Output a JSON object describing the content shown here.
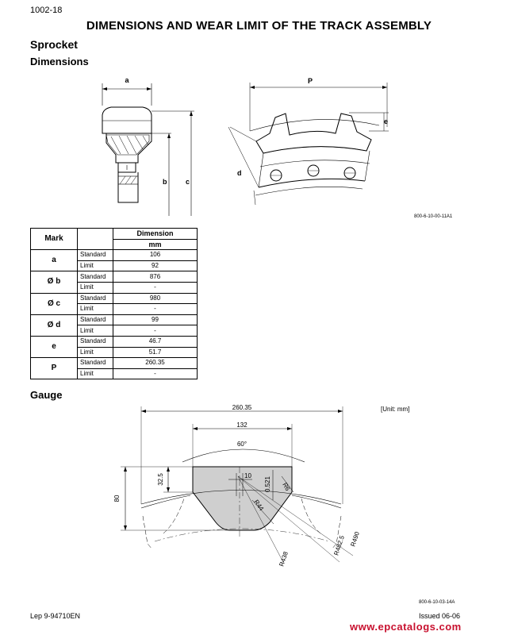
{
  "page_number": "1002-18",
  "title": "DIMENSIONS AND WEAR LIMIT OF THE TRACK ASSEMBLY",
  "section": "Sprocket",
  "subsection": "Dimensions",
  "figure1": {
    "labels": {
      "a": "a",
      "b": "b",
      "c": "c",
      "d": "d",
      "e": "e",
      "p": "P"
    },
    "code": "800-6-10-00-11A1"
  },
  "table": {
    "header_mark": "Mark",
    "header_dimension": "Dimension",
    "header_unit": "mm",
    "rows": [
      {
        "mark": "a",
        "standard_label": "Standard",
        "standard": "106",
        "limit_label": "Limit",
        "limit": "92"
      },
      {
        "mark": "Ø b",
        "standard_label": "Standard",
        "standard": "876",
        "limit_label": "Limit",
        "limit": "-"
      },
      {
        "mark": "Ø c",
        "standard_label": "Standard",
        "standard": "980",
        "limit_label": "Limit",
        "limit": "-"
      },
      {
        "mark": "Ø d",
        "standard_label": "Standard",
        "standard": "99",
        "limit_label": "Limit",
        "limit": "-"
      },
      {
        "mark": "e",
        "standard_label": "Standard",
        "standard": "46.7",
        "limit_label": "Limit",
        "limit": "51.7"
      },
      {
        "mark": "P",
        "standard_label": "Standard",
        "standard": "260.35",
        "limit_label": "Limit",
        "limit": "-"
      }
    ]
  },
  "gauge_section": "Gauge",
  "gauge": {
    "unit": "[Unit: mm]",
    "labels": {
      "overall": "260.35",
      "top": "132",
      "angle": "60°",
      "height": "80",
      "depth": "32.5",
      "slot": "10",
      "offset": "0.521",
      "r_small": "R6",
      "r_bottom": "R44",
      "r438": "R438",
      "r482": "R482.5",
      "r490": "R490"
    },
    "code": "800-6-10-03-14A"
  },
  "footer": {
    "left": "Lep 9-94710EN",
    "right": "Issued 06-06"
  },
  "watermark": "www.epcatalogs.com"
}
